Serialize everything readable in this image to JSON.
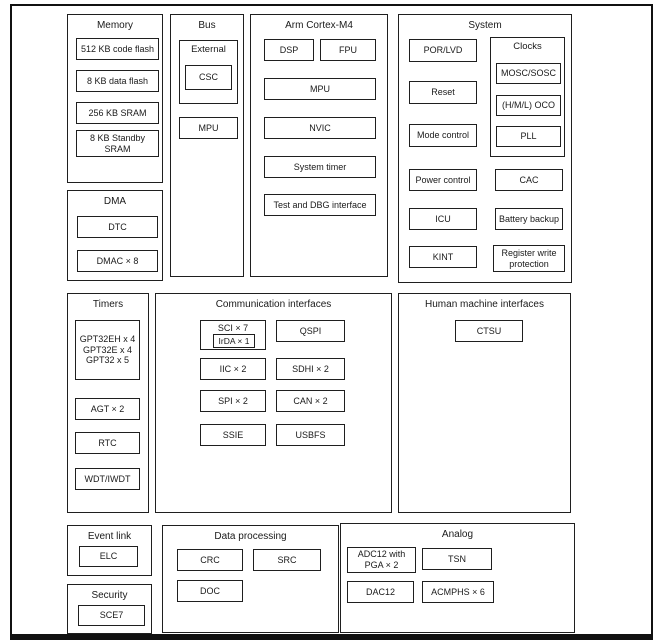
{
  "sections": {
    "memory": {
      "title": "Memory",
      "items": [
        "512 KB code flash",
        "8 KB data flash",
        "256 KB SRAM",
        "8 KB Standby\nSRAM"
      ]
    },
    "dma": {
      "title": "DMA",
      "items": [
        "DTC",
        "DMAC × 8"
      ]
    },
    "bus": {
      "title": "Bus",
      "external_label": "External",
      "csc": "CSC",
      "mpu": "MPU"
    },
    "cortex": {
      "title": "Arm Cortex-M4",
      "items": [
        "DSP",
        "FPU",
        "MPU",
        "NVIC",
        "System timer",
        "Test and DBG interface"
      ]
    },
    "system": {
      "title": "System",
      "left": [
        "POR/LVD",
        "Reset",
        "Mode control",
        "Power control",
        "ICU",
        "KINT"
      ],
      "clocks": {
        "label": "Clocks",
        "items": [
          "MOSC/SOSC",
          "(H/M/L) OCO",
          "PLL"
        ]
      },
      "right": [
        "CAC",
        "Battery backup",
        "Register write\nprotection"
      ]
    },
    "timers": {
      "title": "Timers",
      "gpt": "GPT32EH x 4\nGPT32E x 4\nGPT32 x 5",
      "items": [
        "AGT × 2",
        "RTC",
        "WDT/IWDT"
      ]
    },
    "comm": {
      "title": "Communication interfaces",
      "sci": "SCI × 7",
      "irda": "IrDA × 1",
      "items": [
        "QSPI",
        "IIC × 2",
        "SDHI × 2",
        "SPI × 2",
        "CAN × 2",
        "SSIE",
        "USBFS"
      ]
    },
    "hmi": {
      "title": "Human machine interfaces",
      "ctsu": "CTSU"
    },
    "event_link": {
      "title": "Event link",
      "elc": "ELC"
    },
    "security": {
      "title": "Security",
      "sce": "SCE7"
    },
    "data_processing": {
      "title": "Data processing",
      "items": [
        "CRC",
        "SRC",
        "DOC"
      ]
    },
    "analog": {
      "title": "Analog",
      "items": [
        "ADC12 with\nPGA × 2",
        "TSN",
        "DAC12",
        "ACMPHS × 6"
      ]
    }
  },
  "colors": {
    "border": "#1f1f1f",
    "background": "#ffffff",
    "text": "#1a1a1a"
  }
}
